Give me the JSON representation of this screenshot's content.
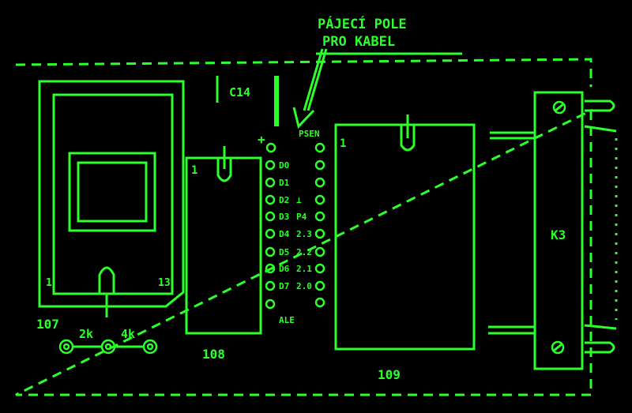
{
  "annotation": {
    "line1": "PÁJECÍ POLE",
    "line2": "PRO KABEL"
  },
  "labels": {
    "c14": "C14",
    "plus": "+",
    "ic107": "107",
    "ic108": "108",
    "ic109": "109",
    "connector": "K3",
    "pin1_108": "1",
    "pin1_109": "1",
    "pin1_107": "1",
    "pin13_107": "13",
    "r_2k": "2k",
    "r_4k": "4k"
  },
  "left_pins": [
    "D0",
    "D1",
    "D2",
    "D3",
    "D4",
    "D5",
    "D6",
    "D7",
    "ALE"
  ],
  "right_pins": [
    "PSEN",
    "",
    "",
    "⊥",
    "P4",
    "2.3",
    "2.2",
    "2.1",
    "2.0"
  ],
  "colors": {
    "line": "#2cff2c",
    "background": "#000000"
  }
}
